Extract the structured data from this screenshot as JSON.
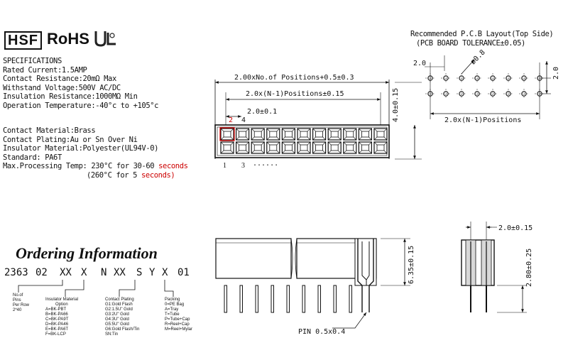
{
  "logos": {
    "hsf": "HSF",
    "rohs": "RoHS"
  },
  "specifications": {
    "heading": "SPECIFICATIONS",
    "lines": [
      "Rated Current:1.5AMP",
      "Contact Resistance:20mΩ Max",
      "Withstand Voltage:500V AC/DC",
      "Insulation Resistance:1000MΩ Min",
      "Operation Temperature:-40°c to +105°c"
    ],
    "material_lines": [
      "Contact Material:Brass",
      "Contact Plating:Au or Sn Over Ni",
      "Insulator Material:Polyester(UL94V-0)",
      "Standard:  PA6T"
    ],
    "processing_line1_prefix": "Max.Processing Temp: 230°C for 30-60 ",
    "processing_line1_suffix": "seconds",
    "processing_line2_prefix": "(260°C for 5 ",
    "processing_line2_suffix": "seconds)"
  },
  "top_drawing": {
    "overall_dim": "2.00xNo.of Positions+0.5±0.3",
    "pitch_dim": "2.0x(N-1)Positions±0.15",
    "pin_pitch": "2.0±0.1",
    "pin_num_2": "2",
    "pin_num_4": "4",
    "pin_num_1": "1",
    "pin_num_3": "3",
    "ellipsis": "......",
    "height_dim": "4.0±0.15"
  },
  "pcb_layout": {
    "title": "Recommended P.C.B Layout(Top Side)",
    "subtitle": "(PCB BOARD TOLERANCE±0.05)",
    "dim_left": "2.0",
    "dim_hole": "ø0.8",
    "dim_right": "2.0",
    "dim_bottom": "2.0x(N-1)Positions"
  },
  "ordering": {
    "title": "Ordering Information",
    "code_parts": [
      "2363",
      "02",
      "XX",
      "X",
      "N",
      "XX",
      "S",
      "Y",
      "X",
      "01"
    ],
    "no_of_pins": [
      "No.of",
      "Pins",
      "Per Row",
      "2*40"
    ],
    "insulator": [
      "Insulator Material",
      "Option",
      "A=BK-PBT",
      "B=BK-PA66",
      "C=BK-PA9T",
      "D=BK-PA46",
      "E=BK-PA6T",
      "F=BK-LCP"
    ],
    "plating": [
      "Contact Plating",
      "G1:Gold  Flash",
      "G2:1.5U\" Gold",
      "G3:2U\" Gold",
      "G4:3U\" Gold",
      "G5:5U\" Gold",
      "G6:Gold Flash/Tin",
      "SN:Tin"
    ],
    "packing": [
      "Packing",
      "0=PE Bag",
      "A=Tray",
      "T=Tube",
      "P=Tube+Cap",
      "R=Reel+Cap",
      "M=Reel+Mylar"
    ]
  },
  "side_drawing": {
    "height_dim": "6.35±0.15",
    "pin_label": "PIN  0.5x0.4"
  },
  "end_view": {
    "pitch_dim": "2.0±0.15",
    "tail_dim": "2.80±0.25"
  }
}
